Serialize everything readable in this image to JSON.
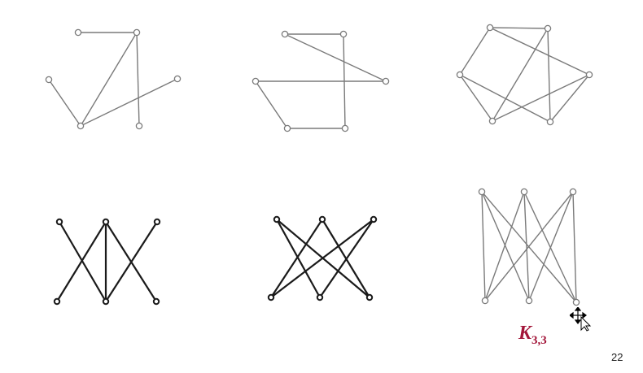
{
  "slide": {
    "label_main": "K",
    "label_sub": "3,3",
    "label_color": "#a3163a",
    "page_number": "22",
    "edge_color_light": "#7a7a7a",
    "edge_color_dark": "#1a1a1a",
    "cursor_icon": "move-arrow-cursor-icon"
  },
  "graphs": [
    {
      "id": "graph-1",
      "style": "light",
      "edges": [
        [
          "a",
          "b"
        ],
        [
          "b",
          "d"
        ],
        [
          "c",
          "d"
        ],
        [
          "d",
          "e"
        ],
        [
          "b",
          "f"
        ]
      ]
    },
    {
      "id": "graph-2",
      "style": "light",
      "edges": [
        [
          "a",
          "b"
        ],
        [
          "a",
          "e"
        ],
        [
          "c",
          "d"
        ],
        [
          "c",
          "e"
        ],
        [
          "b",
          "f"
        ],
        [
          "d",
          "f"
        ]
      ]
    },
    {
      "id": "graph-3",
      "style": "light",
      "edges": [
        [
          "a",
          "b"
        ],
        [
          "b",
          "f"
        ],
        [
          "f",
          "e"
        ],
        [
          "e",
          "d"
        ],
        [
          "d",
          "c"
        ],
        [
          "c",
          "a"
        ],
        [
          "a",
          "e"
        ],
        [
          "b",
          "d"
        ],
        [
          "c",
          "f"
        ]
      ]
    },
    {
      "id": "graph-4",
      "style": "dark",
      "edges": [
        [
          "a",
          "e"
        ],
        [
          "b",
          "d"
        ],
        [
          "b",
          "e"
        ],
        [
          "b",
          "f"
        ],
        [
          "c",
          "e"
        ]
      ]
    },
    {
      "id": "graph-5",
      "style": "dark",
      "edges": [
        [
          "a",
          "e"
        ],
        [
          "a",
          "f"
        ],
        [
          "b",
          "d"
        ],
        [
          "b",
          "f"
        ],
        [
          "c",
          "d"
        ],
        [
          "c",
          "e"
        ]
      ]
    },
    {
      "id": "graph-6-k33",
      "style": "light",
      "edges": [
        [
          "a",
          "d"
        ],
        [
          "a",
          "e"
        ],
        [
          "a",
          "f"
        ],
        [
          "b",
          "d"
        ],
        [
          "b",
          "e"
        ],
        [
          "b",
          "f"
        ],
        [
          "c",
          "d"
        ],
        [
          "c",
          "e"
        ],
        [
          "c",
          "f"
        ]
      ]
    }
  ]
}
